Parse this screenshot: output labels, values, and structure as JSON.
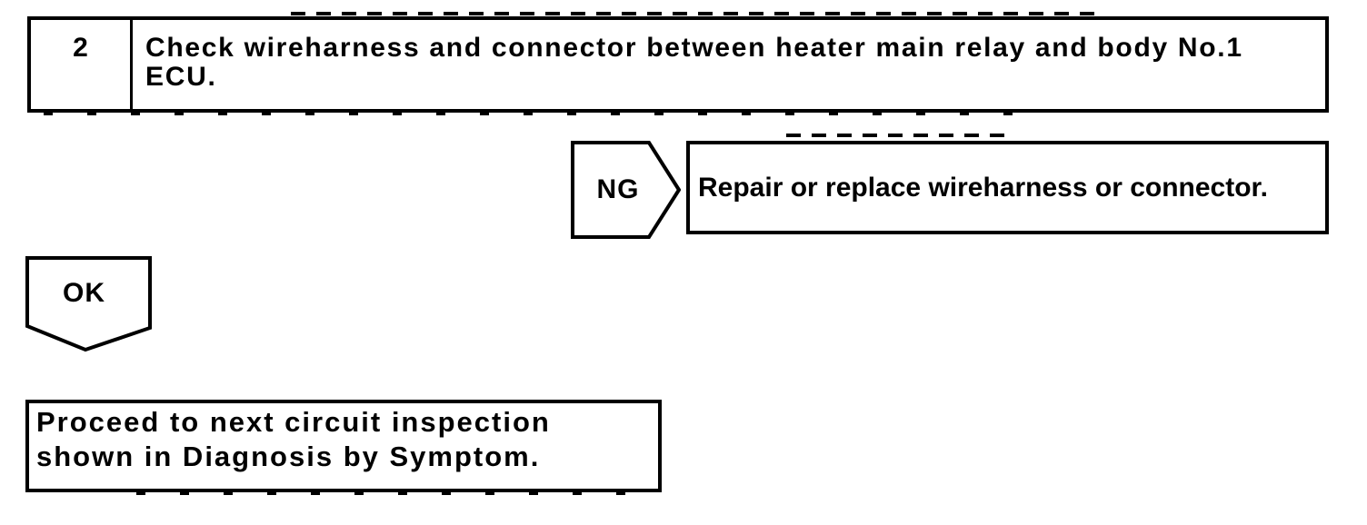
{
  "colors": {
    "ink": "#000000",
    "paper": "#ffffff"
  },
  "flowchart": {
    "step_box": {
      "number": "2",
      "instruction": "Check wireharness and connector between heater main relay and body No.1 ECU."
    },
    "ng_branch": {
      "label": "NG",
      "action": "Repair or replace wireharness or connector."
    },
    "ok_branch": {
      "label": "OK"
    },
    "result_box": {
      "text": "Proceed to next circuit inspection shown in Diagnosis by Symptom."
    }
  }
}
